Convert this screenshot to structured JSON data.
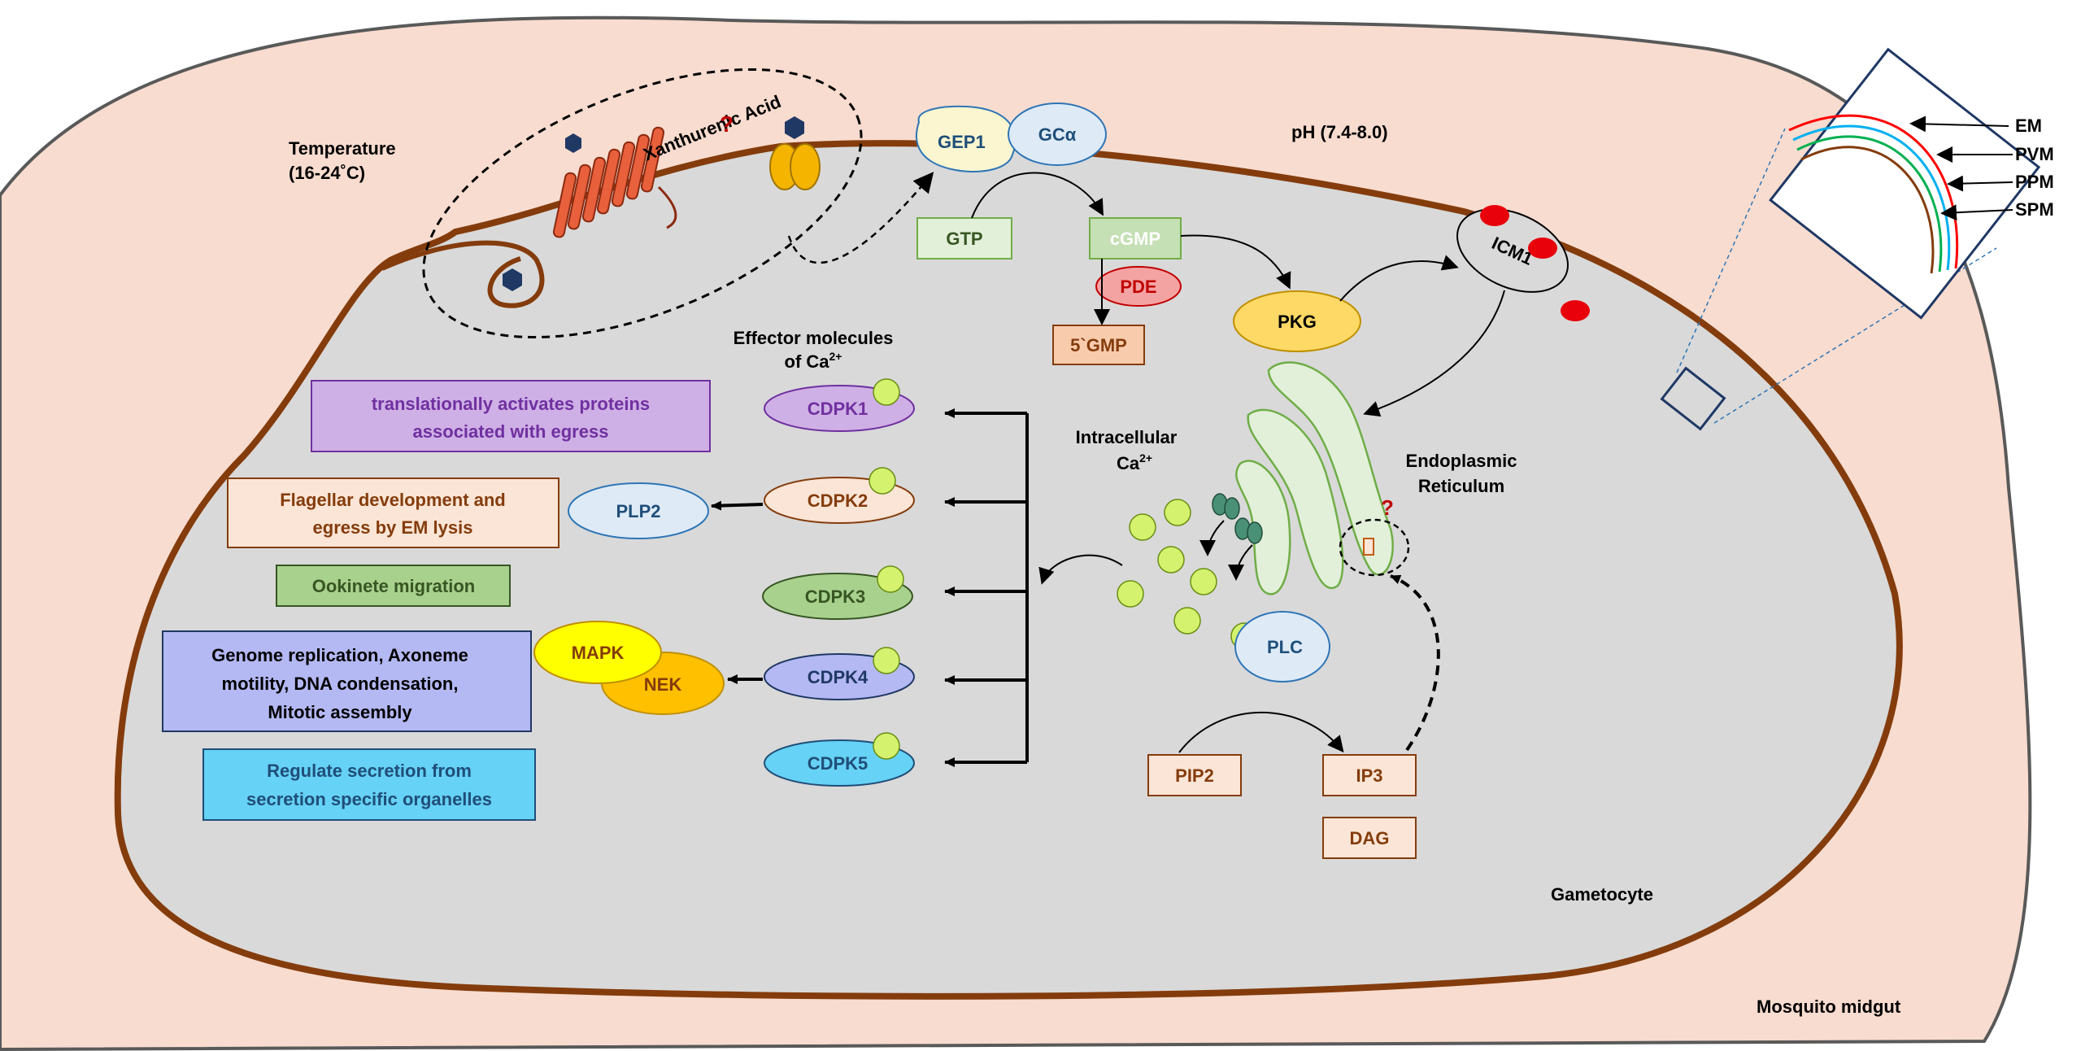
{
  "labels": {
    "temperature_line1": "Temperature",
    "temperature_line2": "(16-24˚C)",
    "ph": "pH (7.4-8.0)",
    "xanthurenic": "Xanthurenic Acid",
    "question": "?",
    "gep1": "GEP1",
    "gc_alpha": "GCα",
    "gtp": "GTP",
    "cgmp": "cGMP",
    "pde": "PDE",
    "five_gmp": "5`GMP",
    "pkg": "PKG",
    "icm1": "ICM1",
    "effector_line1": "Effector molecules",
    "effector_line2": "of Ca",
    "effector_sup": "2+",
    "intracellular_line1": "Intracellular",
    "intracellular_line2": "Ca",
    "intracellular_sup": "2+",
    "er_line1": "Endoplasmic",
    "er_line2": "Reticulum",
    "plc": "PLC",
    "pip2": "PIP2",
    "ip3": "IP3",
    "dag": "DAG",
    "gametocyte": "Gametocyte",
    "mosquito_midgut": "Mosquito midgut",
    "plp2": "PLP2",
    "mapk": "MAPK",
    "nek": "NEK"
  },
  "cdpks": [
    "CDPK1",
    "CDPK2",
    "CDPK3",
    "CDPK4",
    "CDPK5"
  ],
  "effects": {
    "cdpk1": [
      "translationally activates proteins",
      "associated with egress"
    ],
    "cdpk2": [
      "Flagellar development and",
      "egress by EM lysis"
    ],
    "cdpk3": [
      "Ookinete migration"
    ],
    "cdpk4": [
      "Genome replication, Axoneme",
      "motility, DNA condensation,",
      "Mitotic assembly"
    ],
    "cdpk5": [
      "Regulate secretion from",
      "secretion specific organelles"
    ]
  },
  "membranes": [
    "EM",
    "PVM",
    "PPM",
    "SPM"
  ],
  "colors": {
    "midgut_fill": "#f8dccf",
    "gametocyte_fill": "#d9d9d9",
    "membrane_stroke": "#843c0c",
    "calcium": "#d4f26e",
    "cdpk1_fill": "#cfb0e6",
    "cdpk2_fill": "#fbe5d6",
    "cdpk3_fill": "#a9d18e",
    "cdpk4_fill": "#b4b9f4",
    "cdpk5_fill": "#66d2f5",
    "mapk_fill": "#ffff00",
    "nek_fill": "#ffc000"
  }
}
